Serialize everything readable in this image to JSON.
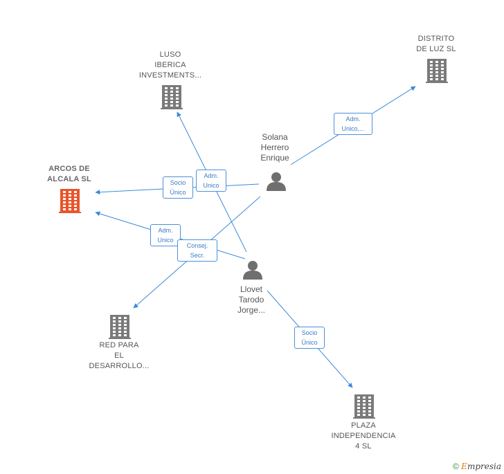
{
  "nodes": {
    "luso": {
      "lines": [
        "LUSO",
        "IBERICA",
        "INVESTMENTS..."
      ],
      "kind": "company"
    },
    "distrito": {
      "lines": [
        "DISTRITO",
        "DE LUZ  SL"
      ],
      "kind": "company"
    },
    "arcos": {
      "lines": [
        "ARCOS DE",
        "ALCALA  SL"
      ],
      "kind": "company-main"
    },
    "red": {
      "lines": [
        "RED PARA",
        "EL",
        "DESARROLLO..."
      ],
      "kind": "company"
    },
    "plaza": {
      "lines": [
        "PLAZA",
        "INDEPENDENCIA",
        "4 SL"
      ],
      "kind": "company"
    },
    "solana": {
      "lines": [
        "Solana",
        "Herrero",
        "Enrique"
      ],
      "kind": "person"
    },
    "llovet": {
      "lines": [
        "Llovet",
        "Tarodo",
        "Jorge..."
      ],
      "kind": "person"
    }
  },
  "relations": {
    "solana_distrito": {
      "lines": [
        "Adm.",
        "Unico,..."
      ]
    },
    "solana_arcos": {
      "lines": [
        "Socio",
        "Único"
      ]
    },
    "llovet_luso": {
      "lines": [
        "Adm.",
        "Unico"
      ]
    },
    "llovet_arcos": {
      "lines": [
        "Adm.",
        "Unico"
      ]
    },
    "solana_red": {
      "lines": [
        "Consej.",
        "Secr."
      ]
    },
    "llovet_plaza": {
      "lines": [
        "Socio",
        "Único"
      ]
    }
  },
  "colors": {
    "edge": "#3b8ad9",
    "company": "#7a7a7a",
    "main": "#e8552b",
    "person": "#6f6f6f"
  },
  "credit": {
    "symbol": "©",
    "brand_initial": "E",
    "brand_rest": "mpresia"
  }
}
